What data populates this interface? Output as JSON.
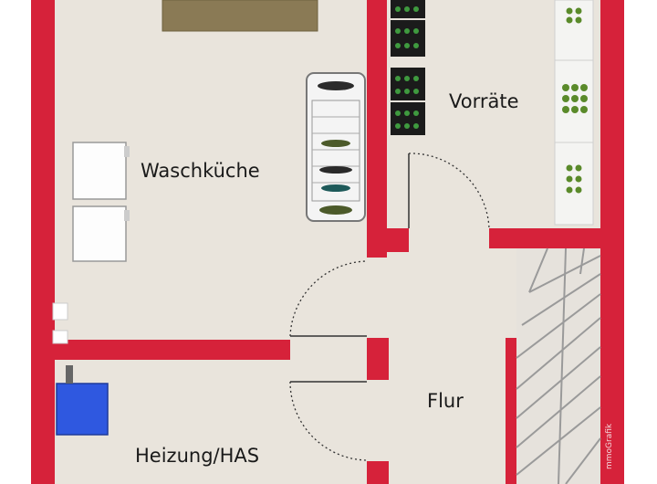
{
  "rooms": {
    "waschkueche": "Waschküche",
    "vorraete": "Vorräte",
    "flur": "Flur",
    "heizung": "Heizung/HAS"
  },
  "credit": "mmoGrafik",
  "colors": {
    "wall": "#d6223a",
    "floor": "#e9e4dc",
    "boiler": "#2f58e0",
    "rug": "#8a7a55"
  },
  "icons": [
    "washing-machine-icon",
    "dryer-icon",
    "shoe-rack-icon",
    "bottle-crate-icon",
    "storage-shelf-icon",
    "boiler-icon",
    "staircase-icon",
    "door-icon"
  ]
}
